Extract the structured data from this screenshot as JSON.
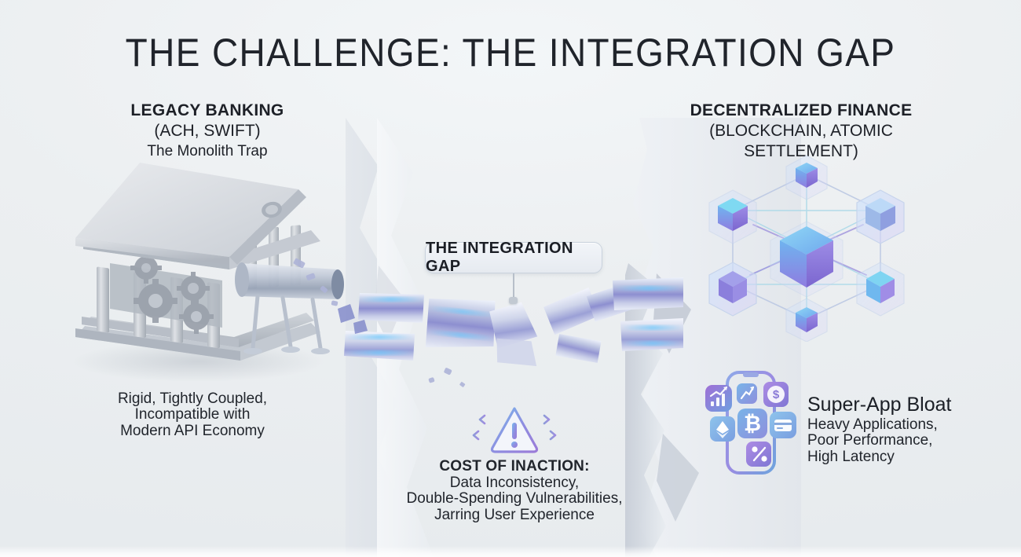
{
  "slide": {
    "title": "THE CHALLENGE: THE INTEGRATION GAP",
    "background_color": "#eceff1",
    "text_color": "#21252c"
  },
  "left_column": {
    "heading": "LEGACY BANKING",
    "subheading": "(ACH, SWIFT)",
    "tagline": "The Monolith Trap",
    "illustration_name": "legacy-bank-building-with-gears-and-broken-pipe",
    "caption_lines": [
      "Rigid, Tightly Coupled,",
      "Incompatible with",
      "Modern API Economy"
    ]
  },
  "right_column": {
    "heading": "DECENTRALIZED FINANCE",
    "subheading": "(BLOCKCHAIN, ATOMIC SETTLEMENT)",
    "illustration_name": "blockchain-cube-network-graph",
    "caption_heading": "Super-App Bloat",
    "caption_lines": [
      "Heavy Applications,",
      "Poor Performance,",
      "High Latency"
    ],
    "app_icons": [
      "chart-growth-icon",
      "trend-arrow-icon",
      "dollar-coin-icon",
      "bitcoin-icon",
      "credit-card-icon",
      "ethereum-icon",
      "percent-icon"
    ]
  },
  "center": {
    "gap_label": "THE INTEGRATION GAP",
    "gap_label_colors": {
      "fill": "#eef1f6",
      "border": "#c9d2dd",
      "text": "#1b1e25"
    },
    "warning_icon": "warning-triangle-with-diverging-arrows-icon",
    "cost_heading": "COST OF INACTION:",
    "cost_lines": [
      "Data Inconsistency,",
      "Double-Spending Vulnerabilities,",
      "Jarring User Experience"
    ],
    "chasm_name": "integration-gap-chasm"
  },
  "accent_colors": {
    "blue": "#6aa7f0",
    "violet": "#8a7bd8",
    "cyan": "#7fd8f0",
    "purple": "#9b6bd6",
    "stone": "#b9bfc8"
  }
}
